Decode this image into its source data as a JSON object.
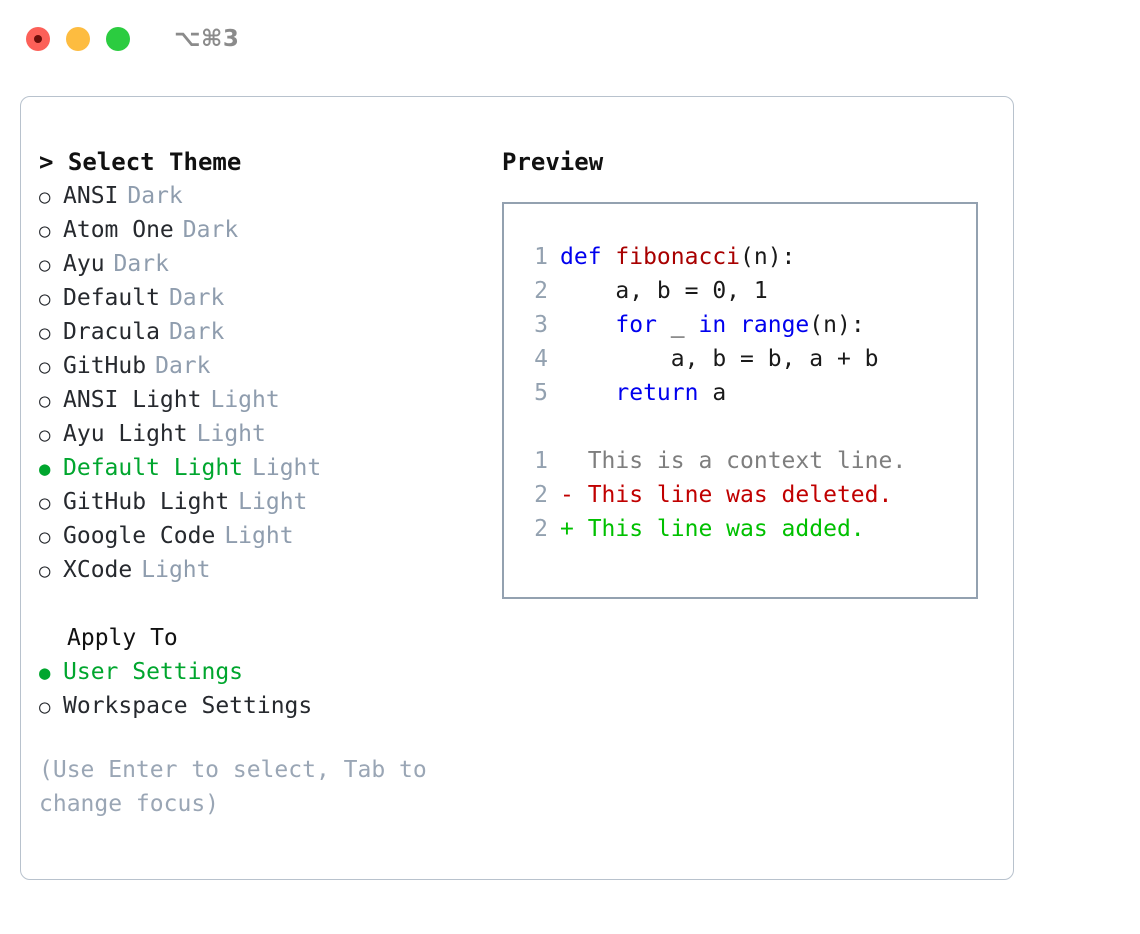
{
  "titlebar": {
    "shortcut": "⌥⌘3",
    "lights": [
      {
        "name": "close-button",
        "color": "#fc6058"
      },
      {
        "name": "minimize-button",
        "color": "#fdbc40"
      },
      {
        "name": "maximize-button",
        "color": "#2bcc40"
      }
    ]
  },
  "theme_list": {
    "header": "> Select Theme",
    "items": [
      {
        "marker": "○",
        "label": "ANSI",
        "tag": "Dark",
        "selected": false
      },
      {
        "marker": "○",
        "label": "Atom One",
        "tag": "Dark",
        "selected": false
      },
      {
        "marker": "○",
        "label": "Ayu",
        "tag": "Dark",
        "selected": false
      },
      {
        "marker": "○",
        "label": "Default",
        "tag": "Dark",
        "selected": false
      },
      {
        "marker": "○",
        "label": "Dracula",
        "tag": "Dark",
        "selected": false
      },
      {
        "marker": "○",
        "label": "GitHub",
        "tag": "Dark",
        "selected": false
      },
      {
        "marker": "○",
        "label": "ANSI Light",
        "tag": "Light",
        "selected": false
      },
      {
        "marker": "○",
        "label": "Ayu Light",
        "tag": "Light",
        "selected": false
      },
      {
        "marker": "●",
        "label": "Default Light",
        "tag": "Light",
        "selected": true
      },
      {
        "marker": "○",
        "label": "GitHub Light",
        "tag": "Light",
        "selected": false
      },
      {
        "marker": "○",
        "label": "Google Code",
        "tag": "Light",
        "selected": false
      },
      {
        "marker": "○",
        "label": "XCode",
        "tag": "Light",
        "selected": false
      }
    ]
  },
  "apply_to": {
    "title": "Apply To",
    "items": [
      {
        "marker": "●",
        "label": "User Settings",
        "selected": true
      },
      {
        "marker": "○",
        "label": "Workspace Settings",
        "selected": false
      }
    ]
  },
  "hint": "(Use Enter to select, Tab to change focus)",
  "preview": {
    "title": "Preview",
    "code_lines": [
      {
        "no": "1",
        "tokens": [
          {
            "t": "def ",
            "c": "kw"
          },
          {
            "t": "fibonacci",
            "c": "fn"
          },
          {
            "t": "(n):",
            "c": "pl"
          }
        ]
      },
      {
        "no": "2",
        "tokens": [
          {
            "t": "    a, b = 0, 1",
            "c": "pl"
          }
        ]
      },
      {
        "no": "3",
        "tokens": [
          {
            "t": "    ",
            "c": "pl"
          },
          {
            "t": "for",
            "c": "kw"
          },
          {
            "t": " _ ",
            "c": "pl"
          },
          {
            "t": "in",
            "c": "kw"
          },
          {
            "t": " ",
            "c": "pl"
          },
          {
            "t": "range",
            "c": "kw"
          },
          {
            "t": "(n):",
            "c": "pl"
          }
        ]
      },
      {
        "no": "4",
        "tokens": [
          {
            "t": "        a, b = b, a + b",
            "c": "pl"
          }
        ]
      },
      {
        "no": "5",
        "tokens": [
          {
            "t": "    ",
            "c": "pl"
          },
          {
            "t": "return",
            "c": "kw"
          },
          {
            "t": " a",
            "c": "pl"
          }
        ]
      }
    ],
    "diff_lines": [
      {
        "no": "1",
        "text": "  This is a context line.",
        "kind": "ctx"
      },
      {
        "no": "2",
        "text": "- This line was deleted.",
        "kind": "del"
      },
      {
        "no": "2",
        "text": "+ This line was added.",
        "kind": "add"
      }
    ]
  },
  "colors": {
    "accent_green": "#00a62e",
    "muted": "#8f9dae",
    "keyword_blue": "#0000ee",
    "function_red": "#a80000",
    "diff_deleted": "#c00000",
    "diff_added": "#00c000",
    "panel_border": "#b8c2cd",
    "preview_border": "#93a1b0"
  }
}
